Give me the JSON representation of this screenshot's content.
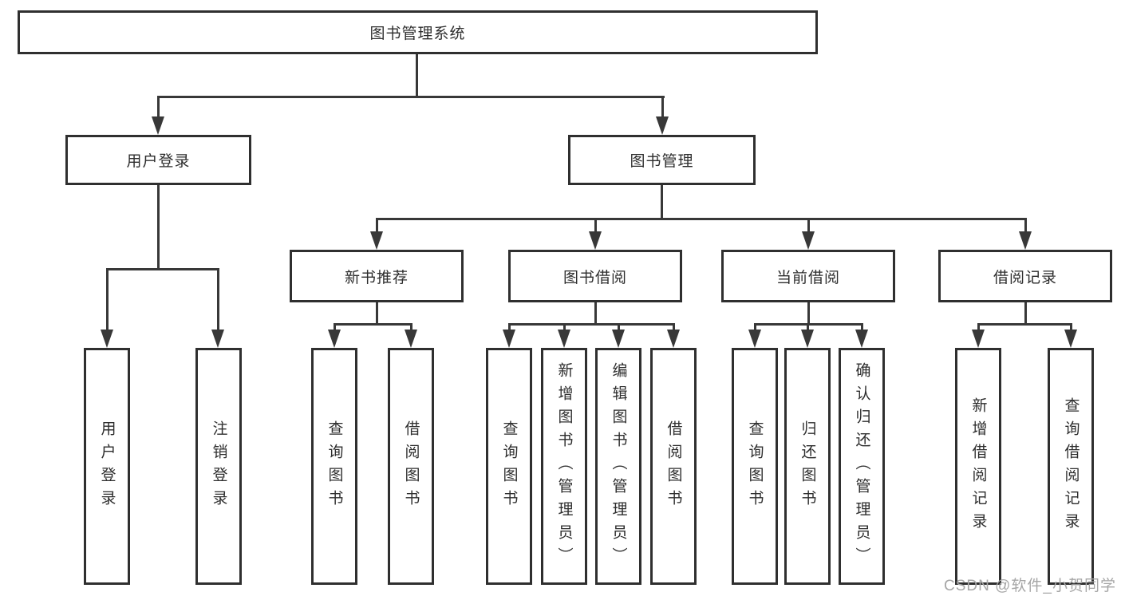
{
  "diagram_title": "图书管理系统",
  "watermark": "CSDN @软件_小贺同学",
  "colors": {
    "background": "#ffffff",
    "box_border": "#2f2f2f",
    "box_fill": "#ffffff",
    "line": "#383838",
    "text": "#2d2d2d",
    "watermark": "#a6a6a6"
  },
  "tree": {
    "root": {
      "label": "图书管理系统",
      "children": [
        {
          "label": "用户登录",
          "children": [
            {
              "label": "用户登录"
            },
            {
              "label": "注销登录"
            }
          ]
        },
        {
          "label": "图书管理",
          "children": [
            {
              "label": "新书推荐",
              "children": [
                {
                  "label": "查询图书"
                },
                {
                  "label": "借阅图书"
                }
              ]
            },
            {
              "label": "图书借阅",
              "children": [
                {
                  "label": "查询图书"
                },
                {
                  "label": "新增图书（管理员）"
                },
                {
                  "label": "编辑图书（管理员）"
                },
                {
                  "label": "借阅图书"
                }
              ]
            },
            {
              "label": "当前借阅",
              "children": [
                {
                  "label": "查询图书"
                },
                {
                  "label": "归还图书"
                },
                {
                  "label": "确认归还（管理员）"
                }
              ]
            },
            {
              "label": "借阅记录",
              "children": [
                {
                  "label": "新增借阅记录"
                },
                {
                  "label": "查询借阅记录"
                }
              ]
            }
          ]
        }
      ]
    }
  }
}
